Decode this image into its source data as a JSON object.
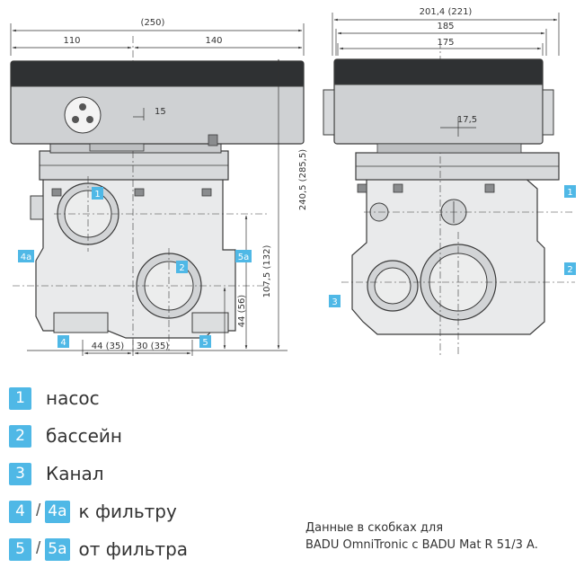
{
  "dimensions": {
    "front_total": "(250)",
    "front_left": "110",
    "front_right": "140",
    "front_offset": "15",
    "height_total": "240,5 (285,5)",
    "height_port2": "107,5 (132)",
    "height_port5": "44 (56)",
    "spacing_4": "44 (35)",
    "spacing_5": "30 (35)",
    "side_total": "201,4 (221)",
    "side_185": "185",
    "side_175": "175",
    "side_offset": "17,5"
  },
  "markers": {
    "m1": "1",
    "m2": "2",
    "m3": "3",
    "m4": "4",
    "m4a": "4a",
    "m5": "5",
    "m5a": "5a"
  },
  "legend": [
    {
      "badges": [
        "1"
      ],
      "label": "насос"
    },
    {
      "badges": [
        "2"
      ],
      "label": "бассейн"
    },
    {
      "badges": [
        "3"
      ],
      "label": "Канал"
    },
    {
      "badges": [
        "4",
        "4a"
      ],
      "label": "к фильтру"
    },
    {
      "badges": [
        "5",
        "5a"
      ],
      "label": "от фильтра"
    }
  ],
  "legend_separator": "/",
  "note": {
    "line1": "Данные в скобках для",
    "line2": "BADU OmniTronic с BADU Mat R 51/3 A."
  },
  "colors": {
    "badge": "#4fb8e6",
    "housing_dark": "#cfd1d3",
    "body": "#e9eaeb",
    "line": "#3a3a3a"
  }
}
